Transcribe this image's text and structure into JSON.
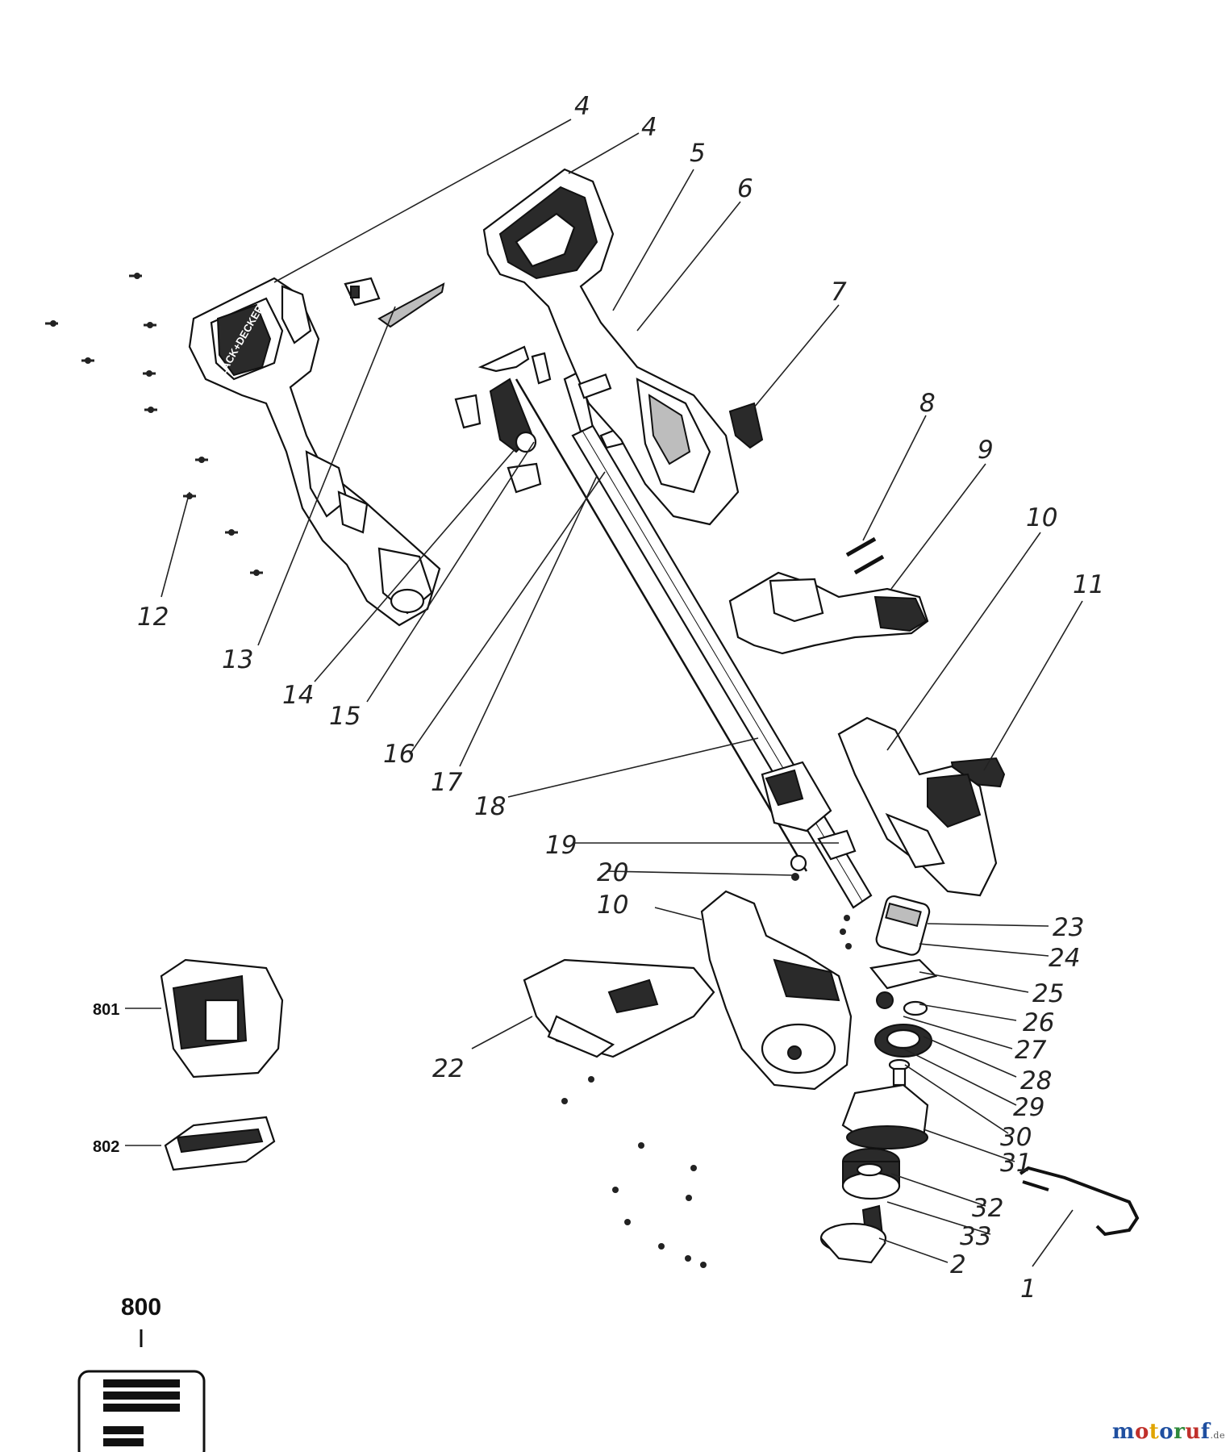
{
  "callouts": {
    "c4a": "4",
    "c4b": "4",
    "c5": "5",
    "c6": "6",
    "c7": "7",
    "c8": "8",
    "c9": "9",
    "c10a": "10",
    "c11": "11",
    "c12": "12",
    "c13": "13",
    "c14": "14",
    "c15": "15",
    "c16": "16",
    "c17": "17",
    "c18": "18",
    "c19": "19",
    "c20": "20",
    "c10b": "10",
    "c22": "22",
    "c23": "23",
    "c24": "24",
    "c25": "25",
    "c26": "26",
    "c27": "27",
    "c28": "28",
    "c29": "29",
    "c30": "30",
    "c31": "31",
    "c32": "32",
    "c33": "33",
    "c2": "2",
    "c1": "1",
    "c801": "801",
    "c802": "802",
    "c800": "800"
  },
  "logo_text": "BLACK+DECKER",
  "watermark": {
    "letters": [
      "m",
      "o",
      "t",
      "o",
      "r",
      "u",
      "f"
    ],
    "colors": [
      "#1f4fa0",
      "#c0302b",
      "#e0a400",
      "#1f4fa0",
      "#2f8a3b",
      "#c0302b",
      "#1f4fa0"
    ],
    "tld": ".de"
  }
}
